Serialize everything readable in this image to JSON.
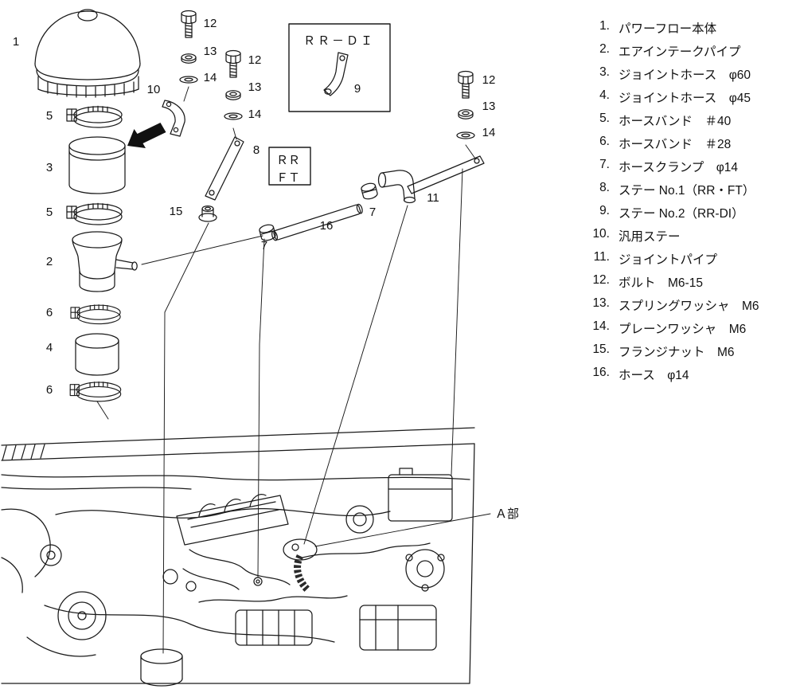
{
  "diagram": {
    "callouts": [
      "1",
      "12",
      "13",
      "14",
      "10",
      "12",
      "13",
      "14",
      "5",
      "3",
      "5",
      "8",
      "15",
      "2",
      "7",
      "16",
      "7",
      "11",
      "9",
      "12",
      "13",
      "14",
      "6",
      "4",
      "6"
    ],
    "inset_rr_di_label": "ＲＲ－ＤＩ",
    "inset_rr_ft_line1": "ＲＲ",
    "inset_rr_ft_line2": "ＦＴ",
    "section_a_label": "Ａ部"
  },
  "parts_list": {
    "items": [
      {
        "num": "1.",
        "label": "パワーフロー本体"
      },
      {
        "num": "2.",
        "label": "エアインテークパイプ"
      },
      {
        "num": "3.",
        "label": "ジョイントホース　φ60"
      },
      {
        "num": "4.",
        "label": "ジョイントホース　φ45"
      },
      {
        "num": "5.",
        "label": "ホースバンド　＃40"
      },
      {
        "num": "6.",
        "label": "ホースバンド　＃28"
      },
      {
        "num": "7.",
        "label": "ホースクランプ　φ14"
      },
      {
        "num": "8.",
        "label": "ステー No.1（RR・FT）"
      },
      {
        "num": "9.",
        "label": "ステー No.2（RR-DI）"
      },
      {
        "num": "10.",
        "label": "汎用ステー"
      },
      {
        "num": "11.",
        "label": "ジョイントパイプ"
      },
      {
        "num": "12.",
        "label": "ボルト　M6-15"
      },
      {
        "num": "13.",
        "label": "スプリングワッシャ　M6"
      },
      {
        "num": "14.",
        "label": "プレーンワッシャ　M6"
      },
      {
        "num": "15.",
        "label": "フランジナット　M6"
      },
      {
        "num": "16.",
        "label": "ホース　φ14"
      }
    ]
  }
}
